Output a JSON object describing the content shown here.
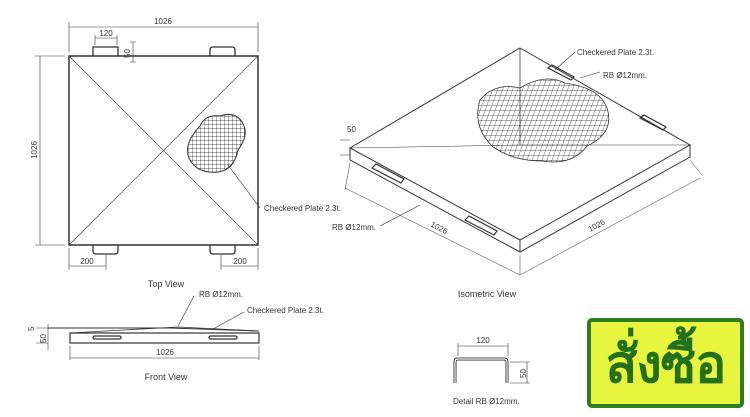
{
  "top_view": {
    "caption": "Top View",
    "dim_width": "1026",
    "dim_height": "1026",
    "dim_handle_width": "120",
    "dim_handle_height": "50",
    "dim_offset_left": "200",
    "dim_offset_right": "200",
    "label_plate": "Checkered Plate 2.3t."
  },
  "front_view": {
    "caption": "Front View",
    "dim_width": "1026",
    "dim_plate": "5",
    "dim_height": "50",
    "label_rebar": "RB Ø12mm.",
    "label_plate": "Checkered Plate 2.3t."
  },
  "isometric_view": {
    "caption": "Isometric View",
    "dim_thickness": "50",
    "dim_left": "1026",
    "dim_right": "1026",
    "label_plate": "Checkered Plate 2.3t.",
    "label_rebar_top": "RB Ø12mm.",
    "label_rebar_left": "RB Ø12mm."
  },
  "detail": {
    "caption": "Detail RB Ø12mm.",
    "dim_width": "120",
    "dim_height": "50"
  },
  "buy_button": {
    "label": "สั่งซื้อ",
    "border_color": "#2f7d1c",
    "fill_color": "#e8f53e",
    "text_color": "#22701a"
  }
}
